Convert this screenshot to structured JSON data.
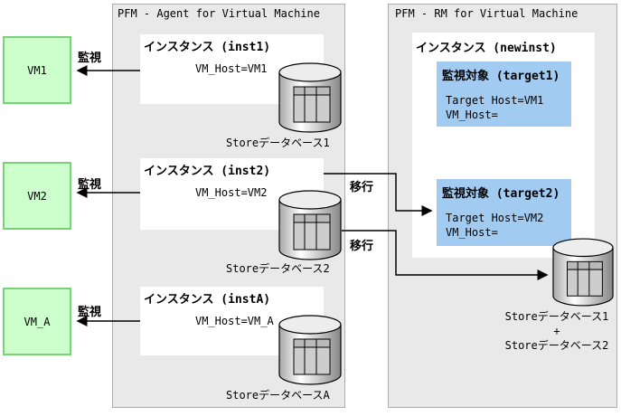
{
  "colors": {
    "panel_fill": "#e9e9e9",
    "panel_border": "#adadad",
    "vm_fill": "#ccffcc",
    "vm_border": "#79d279",
    "target_fill": "#a1cbf1",
    "line_color": "#000000"
  },
  "vms": [
    {
      "label": "VM1"
    },
    {
      "label": "VM2"
    },
    {
      "label": "VM_A"
    }
  ],
  "agent": {
    "title": "PFM - Agent for Virtual Machine",
    "instances": [
      {
        "heading": "インスタンス (inst1)",
        "host": "VM_Host=VM1",
        "store": "Storeデータベース1"
      },
      {
        "heading": "インスタンス (inst2)",
        "host": "VM_Host=VM2",
        "store": "Storeデータベース2"
      },
      {
        "heading": "インスタンス (instA)",
        "host": "VM_Host=VM_A",
        "store": "StoreデータベースA"
      }
    ]
  },
  "rm": {
    "title": "PFM - RM for Virtual Machine",
    "instance_heading": "インスタンス (newinst)",
    "targets": [
      {
        "heading": "監視対象 (target1)",
        "line1": "Target Host=VM1",
        "line2": "VM_Host="
      },
      {
        "heading": "監視対象 (target2)",
        "line1": "Target Host=VM2",
        "line2": "VM_Host="
      }
    ],
    "store_lines": [
      "Storeデータベース1",
      "+",
      "Storeデータベース2"
    ]
  },
  "arrows": {
    "monitor_label": "監視",
    "migrate_label": "移行"
  }
}
